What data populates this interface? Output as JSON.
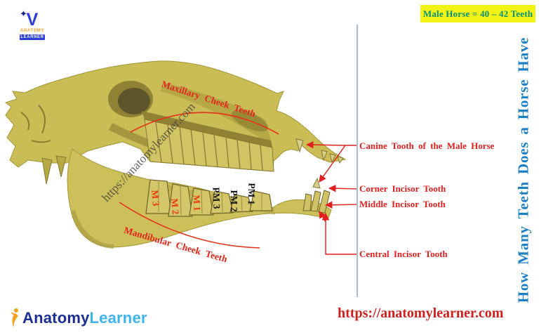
{
  "badge": {
    "text": "Male Horse = 40 – 42 Teeth",
    "bg_color": "#f2f214",
    "text_color": "#00917c"
  },
  "title": {
    "text": "How Many Teeth Does a Horse Have",
    "color": "#1d80c4"
  },
  "watermark": {
    "text": "https://anatomylearner.com"
  },
  "skull_labels": {
    "maxillary": "Maxillary Cheek Teeth",
    "mandibular": "Mandibular Cheek Teeth",
    "color": "#e3261c"
  },
  "teeth": [
    {
      "label": "M 3",
      "type": "molar"
    },
    {
      "label": "M 2",
      "type": "molar"
    },
    {
      "label": "M 1",
      "type": "molar"
    },
    {
      "label": "PM 3",
      "type": "premolar"
    },
    {
      "label": "PM 2",
      "type": "premolar"
    },
    {
      "label": "PM 1",
      "type": "premolar"
    }
  ],
  "teeth_label_colors": {
    "molar": "#e8380e",
    "premolar": "#161616"
  },
  "annotations": [
    {
      "label": "Canine Tooth of the Male Horse"
    },
    {
      "label": "Corner Incisor Tooth"
    },
    {
      "label": "Middle Incisor Tooth"
    },
    {
      "label": "Central Incisor Tooth"
    }
  ],
  "annotation_color": "#e01f1f",
  "footer": {
    "brand_primary": "Anatomy",
    "brand_secondary": "Learner",
    "url": "https://anatomylearner.com",
    "brand_primary_color": "#1b2e91",
    "brand_secondary_color": "#3cb3ea",
    "url_color": "#cf1f1f"
  },
  "top_logo": {
    "line1": "ANATOMY",
    "line2": "LEARNER"
  },
  "skull_colors": {
    "main": "#cabd55",
    "shade": "#a89a3c",
    "groove": "#857832",
    "orbit": "#5e562b"
  },
  "icons": {
    "top_logo_icon": "anatomy-learner-v-badge-icon",
    "footer_logo_icon": "runner-figure-icon"
  }
}
